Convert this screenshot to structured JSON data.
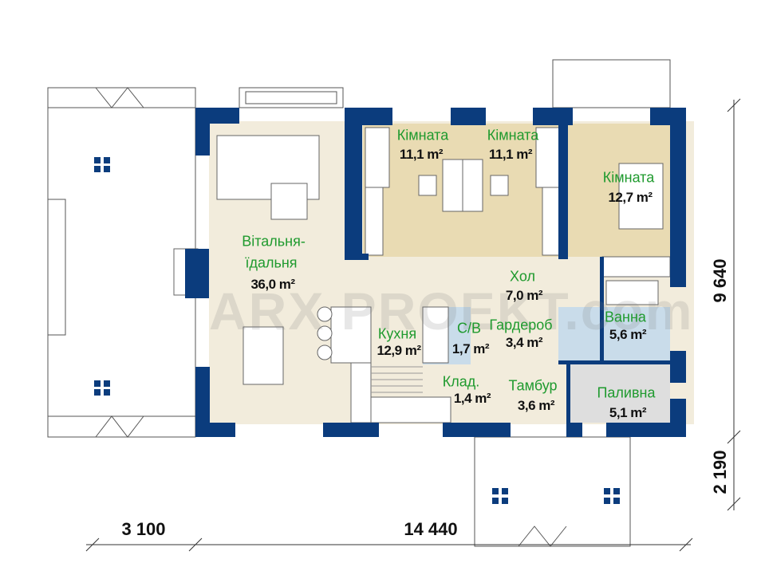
{
  "rooms": [
    {
      "id": "bedroom-1",
      "name": "Кімната",
      "area": "11,1 m²"
    },
    {
      "id": "bedroom-2",
      "name": "Кімната",
      "area": "11,1 m²"
    },
    {
      "id": "bedroom-3",
      "name": "Кімната",
      "area": "12,7 m²"
    },
    {
      "id": "living-dining",
      "name": "Вітальня-",
      "name2": "їдальня",
      "area": "36,0 m²"
    },
    {
      "id": "hall",
      "name": "Хол",
      "area": "7,0 m²"
    },
    {
      "id": "kitchen",
      "name": "Кухня",
      "area": "12,9 m²"
    },
    {
      "id": "wc",
      "name": "С/В",
      "area": "1,7 m²"
    },
    {
      "id": "wardrobe",
      "name": "Гардероб",
      "area": "3,4 m²"
    },
    {
      "id": "bathroom",
      "name": "Ванна",
      "area": "5,6 m²"
    },
    {
      "id": "storage",
      "name": "Клад.",
      "area": "1,4 m²"
    },
    {
      "id": "vestibule",
      "name": "Тамбур",
      "area": "3,6 m²"
    },
    {
      "id": "boiler-room",
      "name": "Паливна",
      "area": "5,1 m²"
    }
  ],
  "dimensions": {
    "terrace_width": "3 100",
    "house_width": "14 440",
    "house_depth": "9 640",
    "porch_depth": "2 190"
  },
  "watermark": "ARX PROEKT.com",
  "colors": {
    "wall": "#0b3c7d",
    "living": "#f2ecdc",
    "bedroom": "#e9dbb3",
    "bath": "#c9dcea",
    "boiler": "#dedede",
    "label": "#1f9a2e"
  }
}
